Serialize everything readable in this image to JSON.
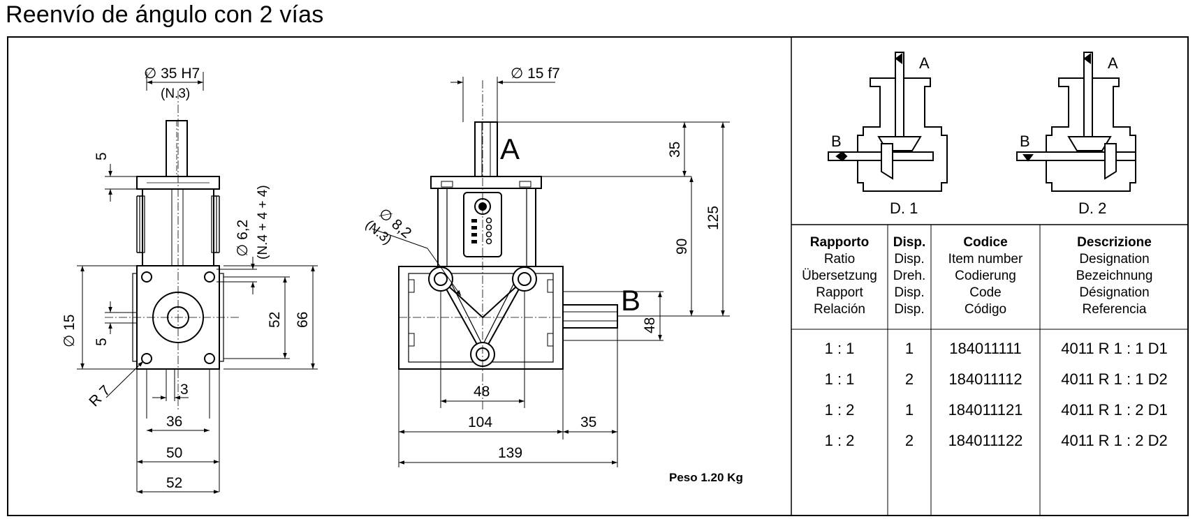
{
  "title": "Reenvío de ángulo con 2 vías",
  "weight": "Peso 1.20 Kg",
  "side_view": {
    "dim_bore": "∅  35  H7",
    "dim_bore_note": "(N.3)",
    "dim_5_top": "5",
    "dim_hole": "∅  6,2",
    "dim_hole_note": "(N.4 + 4 + 4)",
    "dim_15": "∅  15",
    "dim_5_side": "5",
    "dim_52_v": "52",
    "dim_66": "66",
    "dim_r7": "R 7",
    "dim_3": "3",
    "dim_36": "36",
    "dim_50": "50",
    "dim_52_h": "52"
  },
  "front_view": {
    "dim_shaft": "∅  15  f7",
    "dim_hole": "∅  8,2",
    "dim_hole_note": "(N.3)",
    "label_a": "A",
    "label_b": "B",
    "dim_35_v": "35",
    "dim_125": "125",
    "dim_90": "90",
    "dim_48_v": "48",
    "dim_48_h": "48",
    "dim_104": "104",
    "dim_35_h": "35",
    "dim_139": "139"
  },
  "diagrams": {
    "d1_label": "D. 1",
    "d2_label": "D. 2",
    "a": "A",
    "b": "B"
  },
  "table": {
    "headers": [
      {
        "bold": "Rapporto",
        "lines": [
          "Ratio",
          "Übersetzung",
          "Rapport",
          "Relación"
        ]
      },
      {
        "bold": "Disp.",
        "lines": [
          "Disp.",
          "Dreh.",
          "Disp.",
          "Disp."
        ]
      },
      {
        "bold": "Codice",
        "lines": [
          "Item number",
          "Codierung",
          "Code",
          "Código"
        ]
      },
      {
        "bold": "Descrizione",
        "lines": [
          "Designation",
          "Bezeichnung",
          "Désignation",
          "Referencia"
        ]
      }
    ],
    "rows": [
      {
        "ratio": "1 : 1",
        "disp": "1",
        "code": "184011111",
        "desc": "4011 R 1 : 1 D1"
      },
      {
        "ratio": "1 : 1",
        "disp": "2",
        "code": "184011112",
        "desc": "4011 R 1 : 1 D2"
      },
      {
        "ratio": "1 : 2",
        "disp": "1",
        "code": "184011121",
        "desc": "4011 R 1 : 2 D1"
      },
      {
        "ratio": "1 : 2",
        "disp": "2",
        "code": "184011122",
        "desc": "4011 R 1 : 2 D2"
      }
    ]
  }
}
